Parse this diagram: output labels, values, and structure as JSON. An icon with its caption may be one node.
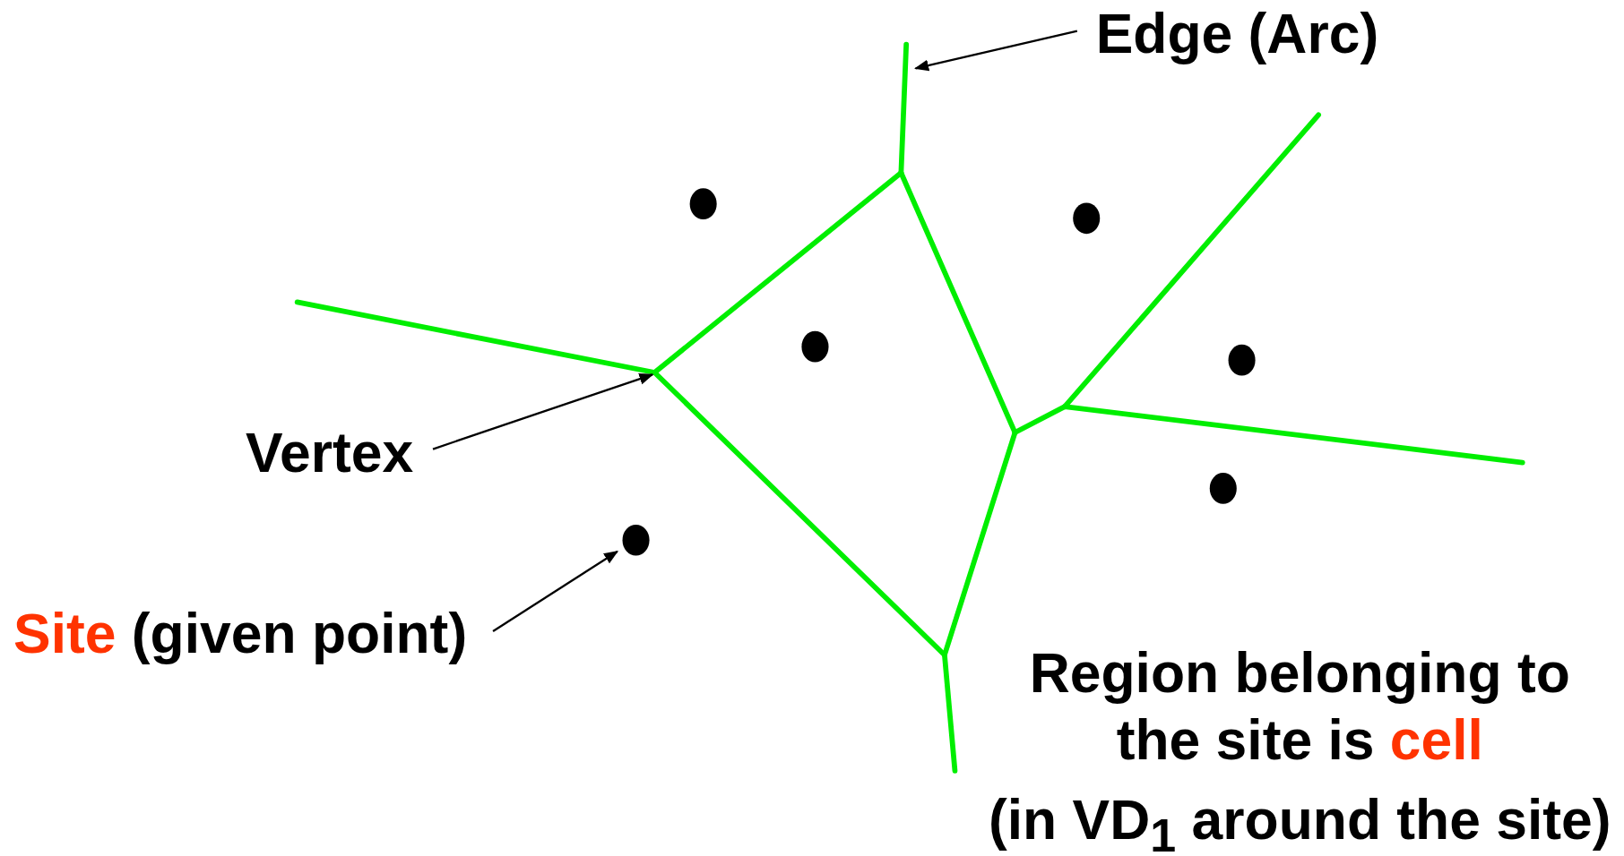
{
  "diagram": {
    "nodes": [
      {
        "text": [
          "Edge (Arc)"
        ]
      },
      {
        "text": [],
        "shape": "line"
      },
      {
        "text": [
          "Vertex"
        ]
      },
      {
        "text": [
          "Site (given point)"
        ]
      },
      {
        "text": [],
        "shape": "circle"
      }
    ],
    "edges": [
      {
        "from": 0,
        "to": 1,
        "arrow": "to"
      },
      {
        "from": 2,
        "to": null,
        "arrow": "to"
      },
      {
        "from": 3,
        "to": 4,
        "arrow": "to"
      }
    ],
    "labels": [
      "Region belonging to the site is cell",
      "(in VD$_{1}$ around the site)"
    ]
  }
}
